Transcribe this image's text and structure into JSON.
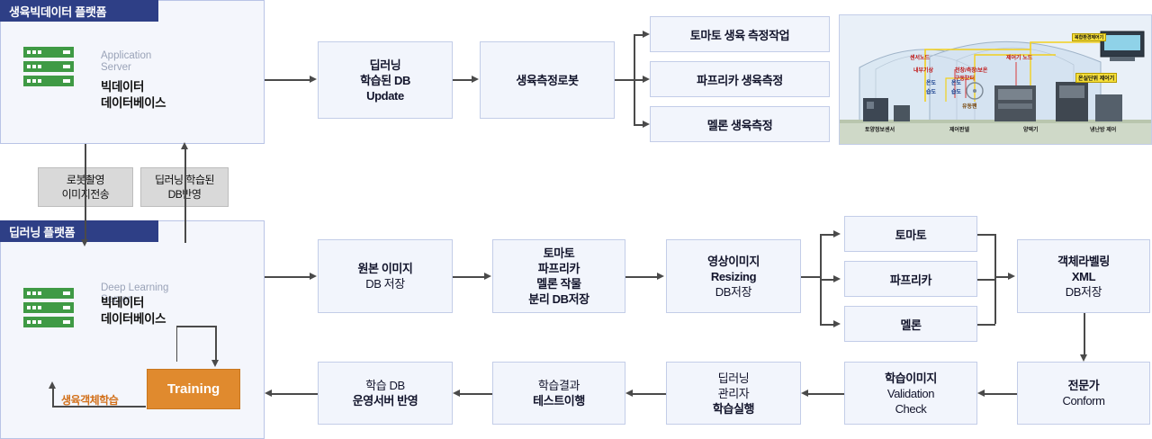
{
  "platforms": [
    {
      "title": "생육빅데이터 플랫폼",
      "server_role": "Application\nServer",
      "server_role_line1": "Application",
      "server_role_line2": "Server",
      "server_name_line1": "빅데이터",
      "server_name_line2": "데이터베이스"
    },
    {
      "title": "딥러닝 플랫폼",
      "server_role_line1": "Deep Learning",
      "server_role_line2": "Server",
      "server_name_line1": "빅데이터",
      "server_name_line2": "데이터베이스",
      "training_label": "Training",
      "training_note": "생육객체학습"
    }
  ],
  "bridge_labels": [
    {
      "line1": "로봇촬영",
      "line2": "이미지전송"
    },
    {
      "line1": "딥러닝 학습된",
      "line2": "DB반영"
    }
  ],
  "top_flow": [
    {
      "l1": "딥러닝",
      "l2": "학습된 DB",
      "l3": "Update",
      "bold": [
        true,
        true,
        true
      ]
    },
    {
      "l1": "생육측정로봇",
      "bold": [
        true
      ]
    }
  ],
  "top_branches": [
    "토마토 생육 측정작업",
    "파프리카 생육측정",
    "멜론 생육측정"
  ],
  "mid_flow": [
    {
      "l1": "원본 이미지",
      "l2": "DB 저장",
      "bold": [
        true,
        false
      ]
    },
    {
      "l1": "토마토",
      "l2": "파프리카",
      "l3": "멜론 작물",
      "l4": "분리 DB저장",
      "bold": [
        true,
        true,
        true,
        true
      ]
    },
    {
      "l1": "영상이미지",
      "l2": "Resizing",
      "l3": "DB저장",
      "bold": [
        true,
        true,
        false
      ]
    }
  ],
  "mid_branches": [
    "토마토",
    "파프리카",
    "멜론"
  ],
  "mid_last": {
    "l1": "객체라벨링",
    "l2": "XML",
    "l3": "DB저장",
    "bold": [
      true,
      true,
      false
    ]
  },
  "bottom_flow": [
    {
      "l1": "학습 DB",
      "l2": "운영서버 반영",
      "bold": [
        false,
        true
      ]
    },
    {
      "l1": "학습결과",
      "l2": "테스트이행",
      "bold": [
        false,
        true
      ]
    },
    {
      "l1": "딥러닝",
      "l2": "관리자",
      "l3": "학습실행",
      "bold": [
        false,
        false,
        true
      ]
    },
    {
      "l1": "학습이미지",
      "l2": "Validation",
      "l3": "Check",
      "bold": [
        true,
        false,
        false
      ]
    },
    {
      "l1": "전문가",
      "l2": "Conform",
      "bold": [
        true,
        false
      ]
    }
  ],
  "photo": {
    "alt": "greenhouse-monitoring-diagram",
    "tags": [
      "센서노드",
      "제어기 노드",
      "온실단위 제어기",
      "내부기상",
      "천창/측창/보온\n구동모터",
      "온도",
      "습도",
      "온도",
      "습도",
      "유동팬",
      "냉난방 제어",
      "제어판넬",
      "토양정보센서",
      "양액기",
      "복합환경제어기"
    ]
  },
  "colors": {
    "panel_title_bg": "#2e3f86",
    "box_bg": "#f2f5fc",
    "box_border": "#c3cde8",
    "training_bg": "#e08a2e",
    "gray_label_bg": "#d9d9d9",
    "arrow": "#4a4a4a",
    "rack_green": "#3f9a45"
  }
}
